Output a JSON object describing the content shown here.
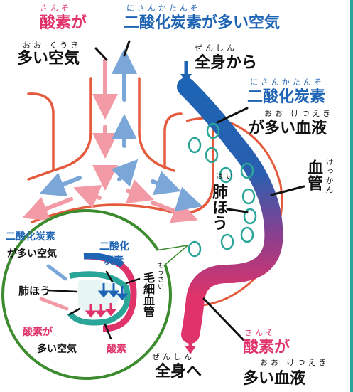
{
  "colors": {
    "oxygen": "#e0336a",
    "co2": "#1e64b4",
    "airway": "#e55a3c",
    "alveoli": "#2aa59a",
    "inset_ring": "#3d8b2f"
  },
  "labels": {
    "top_oxygen_ruby": "さんそ",
    "top_oxygen": "酸素が",
    "top_air_ruby": "おお くうき",
    "top_air": "多い空気",
    "top_co2_ruby": "にさんかたんそ",
    "top_co2": "二酸化炭素が多い空気",
    "from_body_ruby": "ぜんしん",
    "from_body": "全身から",
    "co2_blood_ruby1": "にさんかたんそ",
    "co2_blood_1": "二酸化炭素",
    "co2_blood_ruby2": "おお けつえき",
    "co2_blood_2": "が多い血液",
    "vessel": "血管",
    "vessel_ruby": "けっかん",
    "lung": "肺ほう",
    "lung_ruby": "はい",
    "to_body_ruby": "ぜんしん",
    "to_body": "全身へ",
    "o2_blood_ruby1": "さんそ",
    "o2_blood_1": "酸素が",
    "o2_blood_ruby2": "おお けつえき",
    "o2_blood_2": "多い血液"
  },
  "inset": {
    "co2_air_1": "二酸化炭素",
    "co2_air_2": "が多い空気",
    "co2_1": "二酸化",
    "co2_2": "炭素",
    "lung": "肺ほう",
    "capillary": "毛細血管",
    "capillary_ruby": "もうさい",
    "o2_air_1": "酸素が",
    "o2_air_2": "多い空気",
    "o2": "酸素"
  }
}
